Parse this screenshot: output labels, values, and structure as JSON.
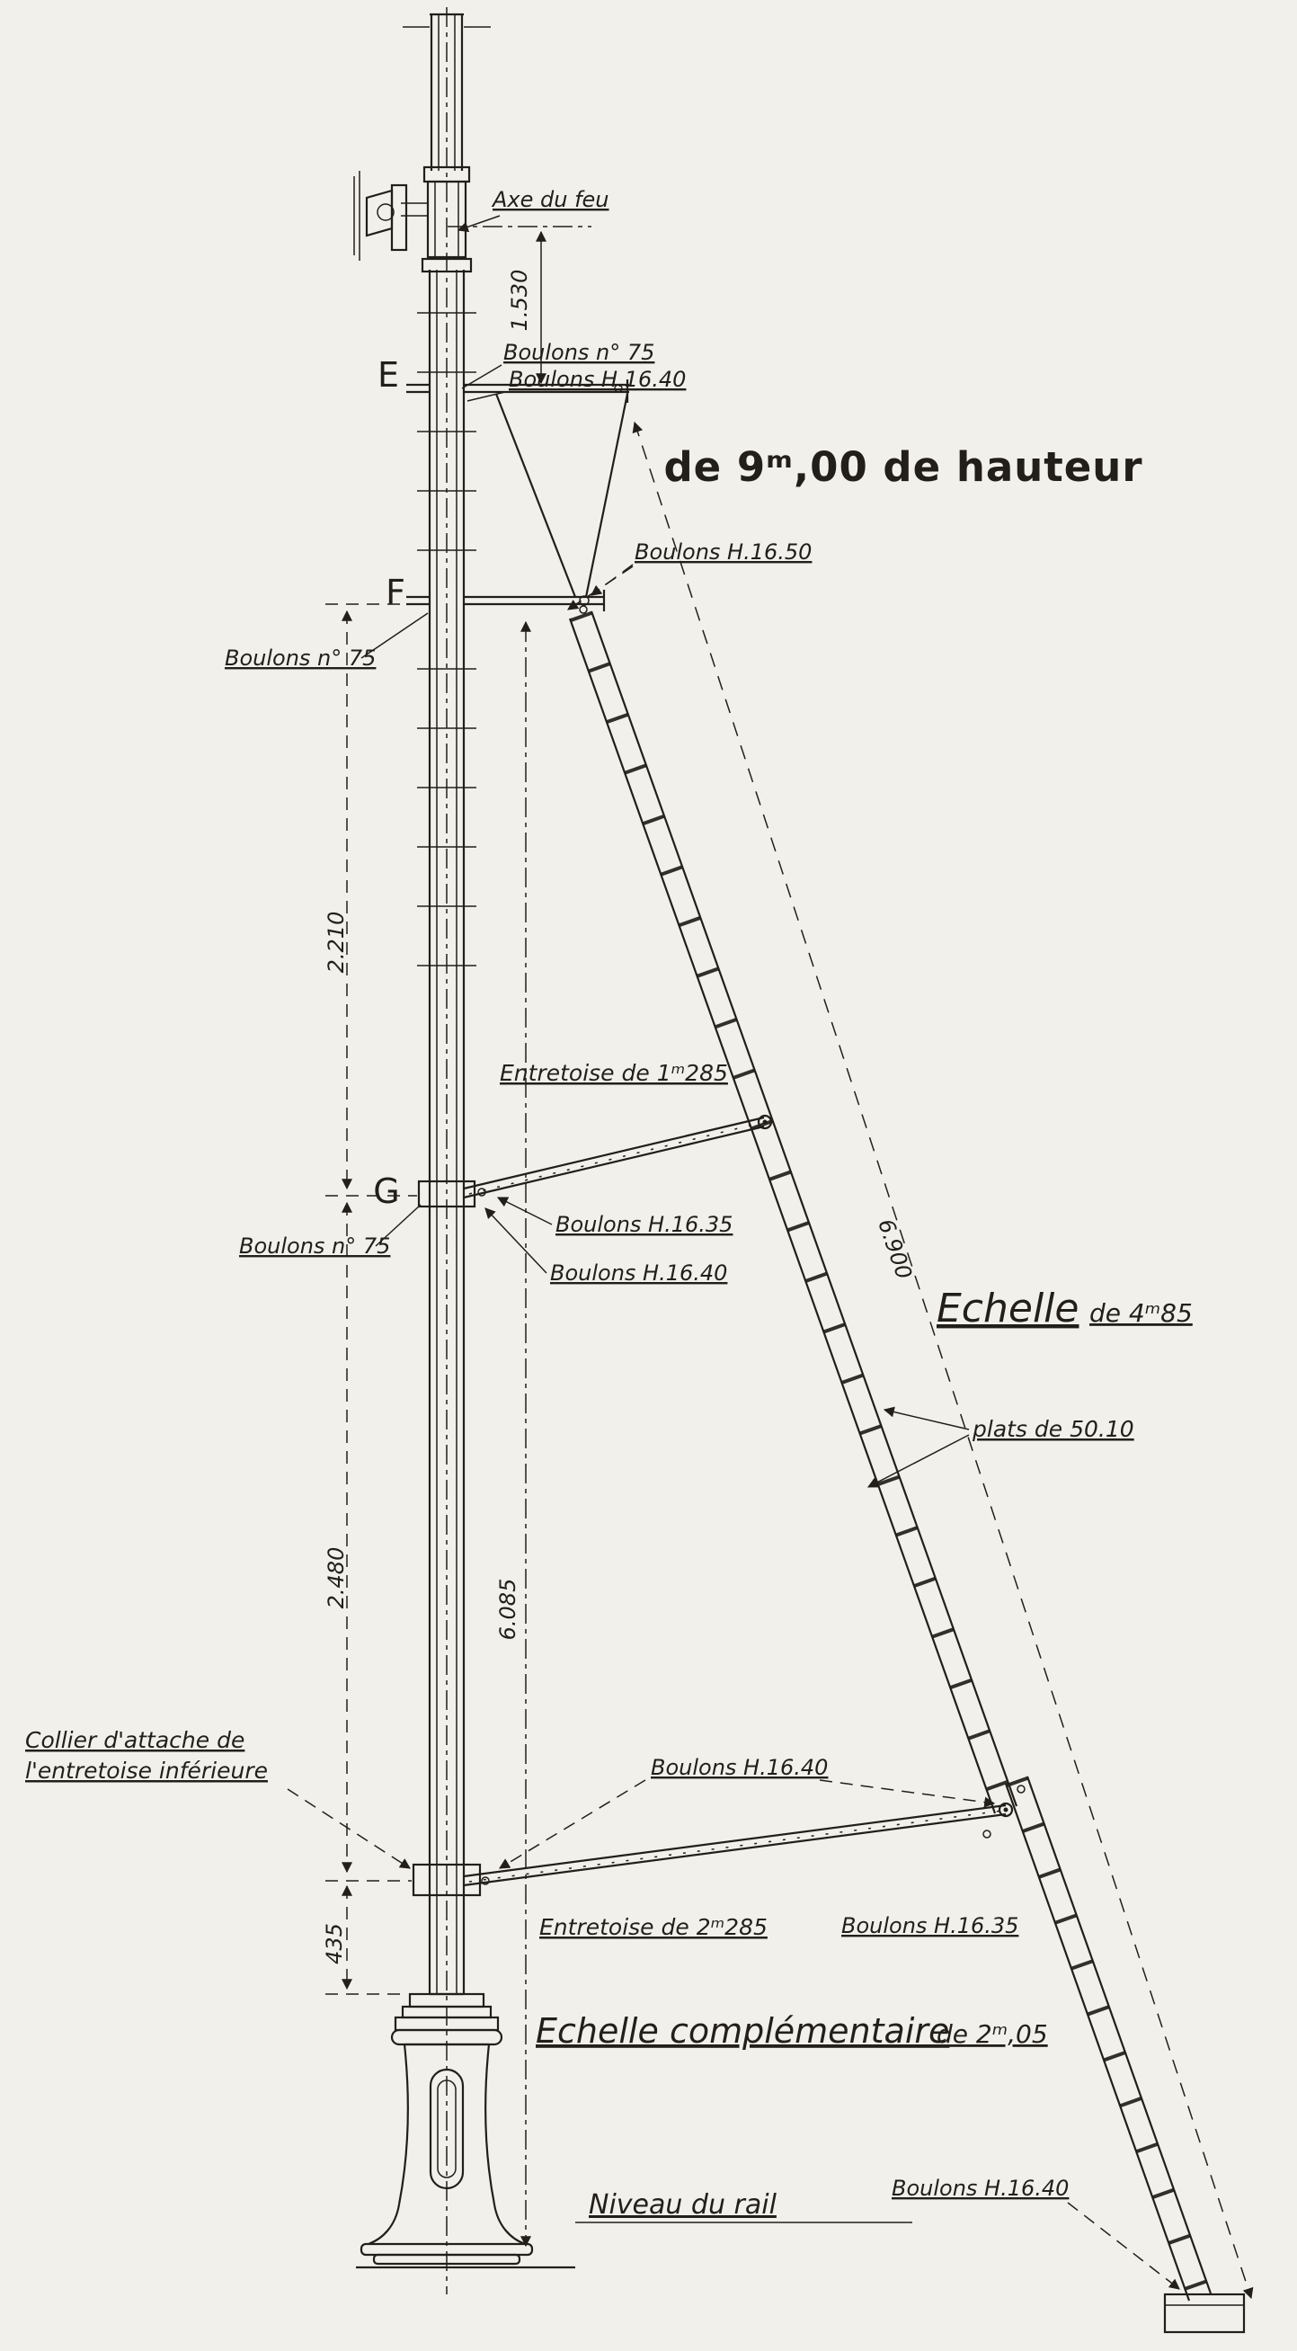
{
  "title": "de 9ᵐ,00 de hauteur",
  "points": {
    "e": "E",
    "f": "F",
    "g": "G"
  },
  "dimensions": {
    "d1530": "1.530",
    "d2210": "2.210",
    "d2480": "2.480",
    "d435": "435",
    "d6085": "6.085",
    "d6900": "6.900"
  },
  "labels": {
    "axe_du_feu": "Axe du feu",
    "boulons_n75_top": "Boulons n° 75",
    "boulons_h1640_top": "Boulons H.16.40",
    "boulons_h1650": "Boulons H.16.50",
    "boulons_n75_f": "Boulons n° 75",
    "entretoise_sup": "Entretoise de 1ᵐ285",
    "boulons_n75_g": "Boulons n° 75",
    "boulons_h1635_g": "Boulons H.16.35",
    "boulons_h1640_g": "Boulons H.16.40",
    "echelle": "Echelle",
    "echelle_suite": "de 4ᵐ85",
    "plats": "plats de 50.10",
    "collier_1": "Collier d'attache de",
    "collier_2": "l'entretoise inférieure",
    "boulons_h1640_inf": "Boulons H.16.40",
    "entretoise_inf": "Entretoise de 2ᵐ285",
    "boulons_h1635_inf": "Boulons H.16.35",
    "echelle_comp": "Echelle complémentaire",
    "echelle_comp_suite": "de 2ᵐ,05",
    "niveau_rail": "Niveau du rail",
    "boulons_h1640_bas": "Boulons H.16.40"
  },
  "colors": {
    "paper": "#f2f0ea",
    "ink": "#221f1b"
  }
}
